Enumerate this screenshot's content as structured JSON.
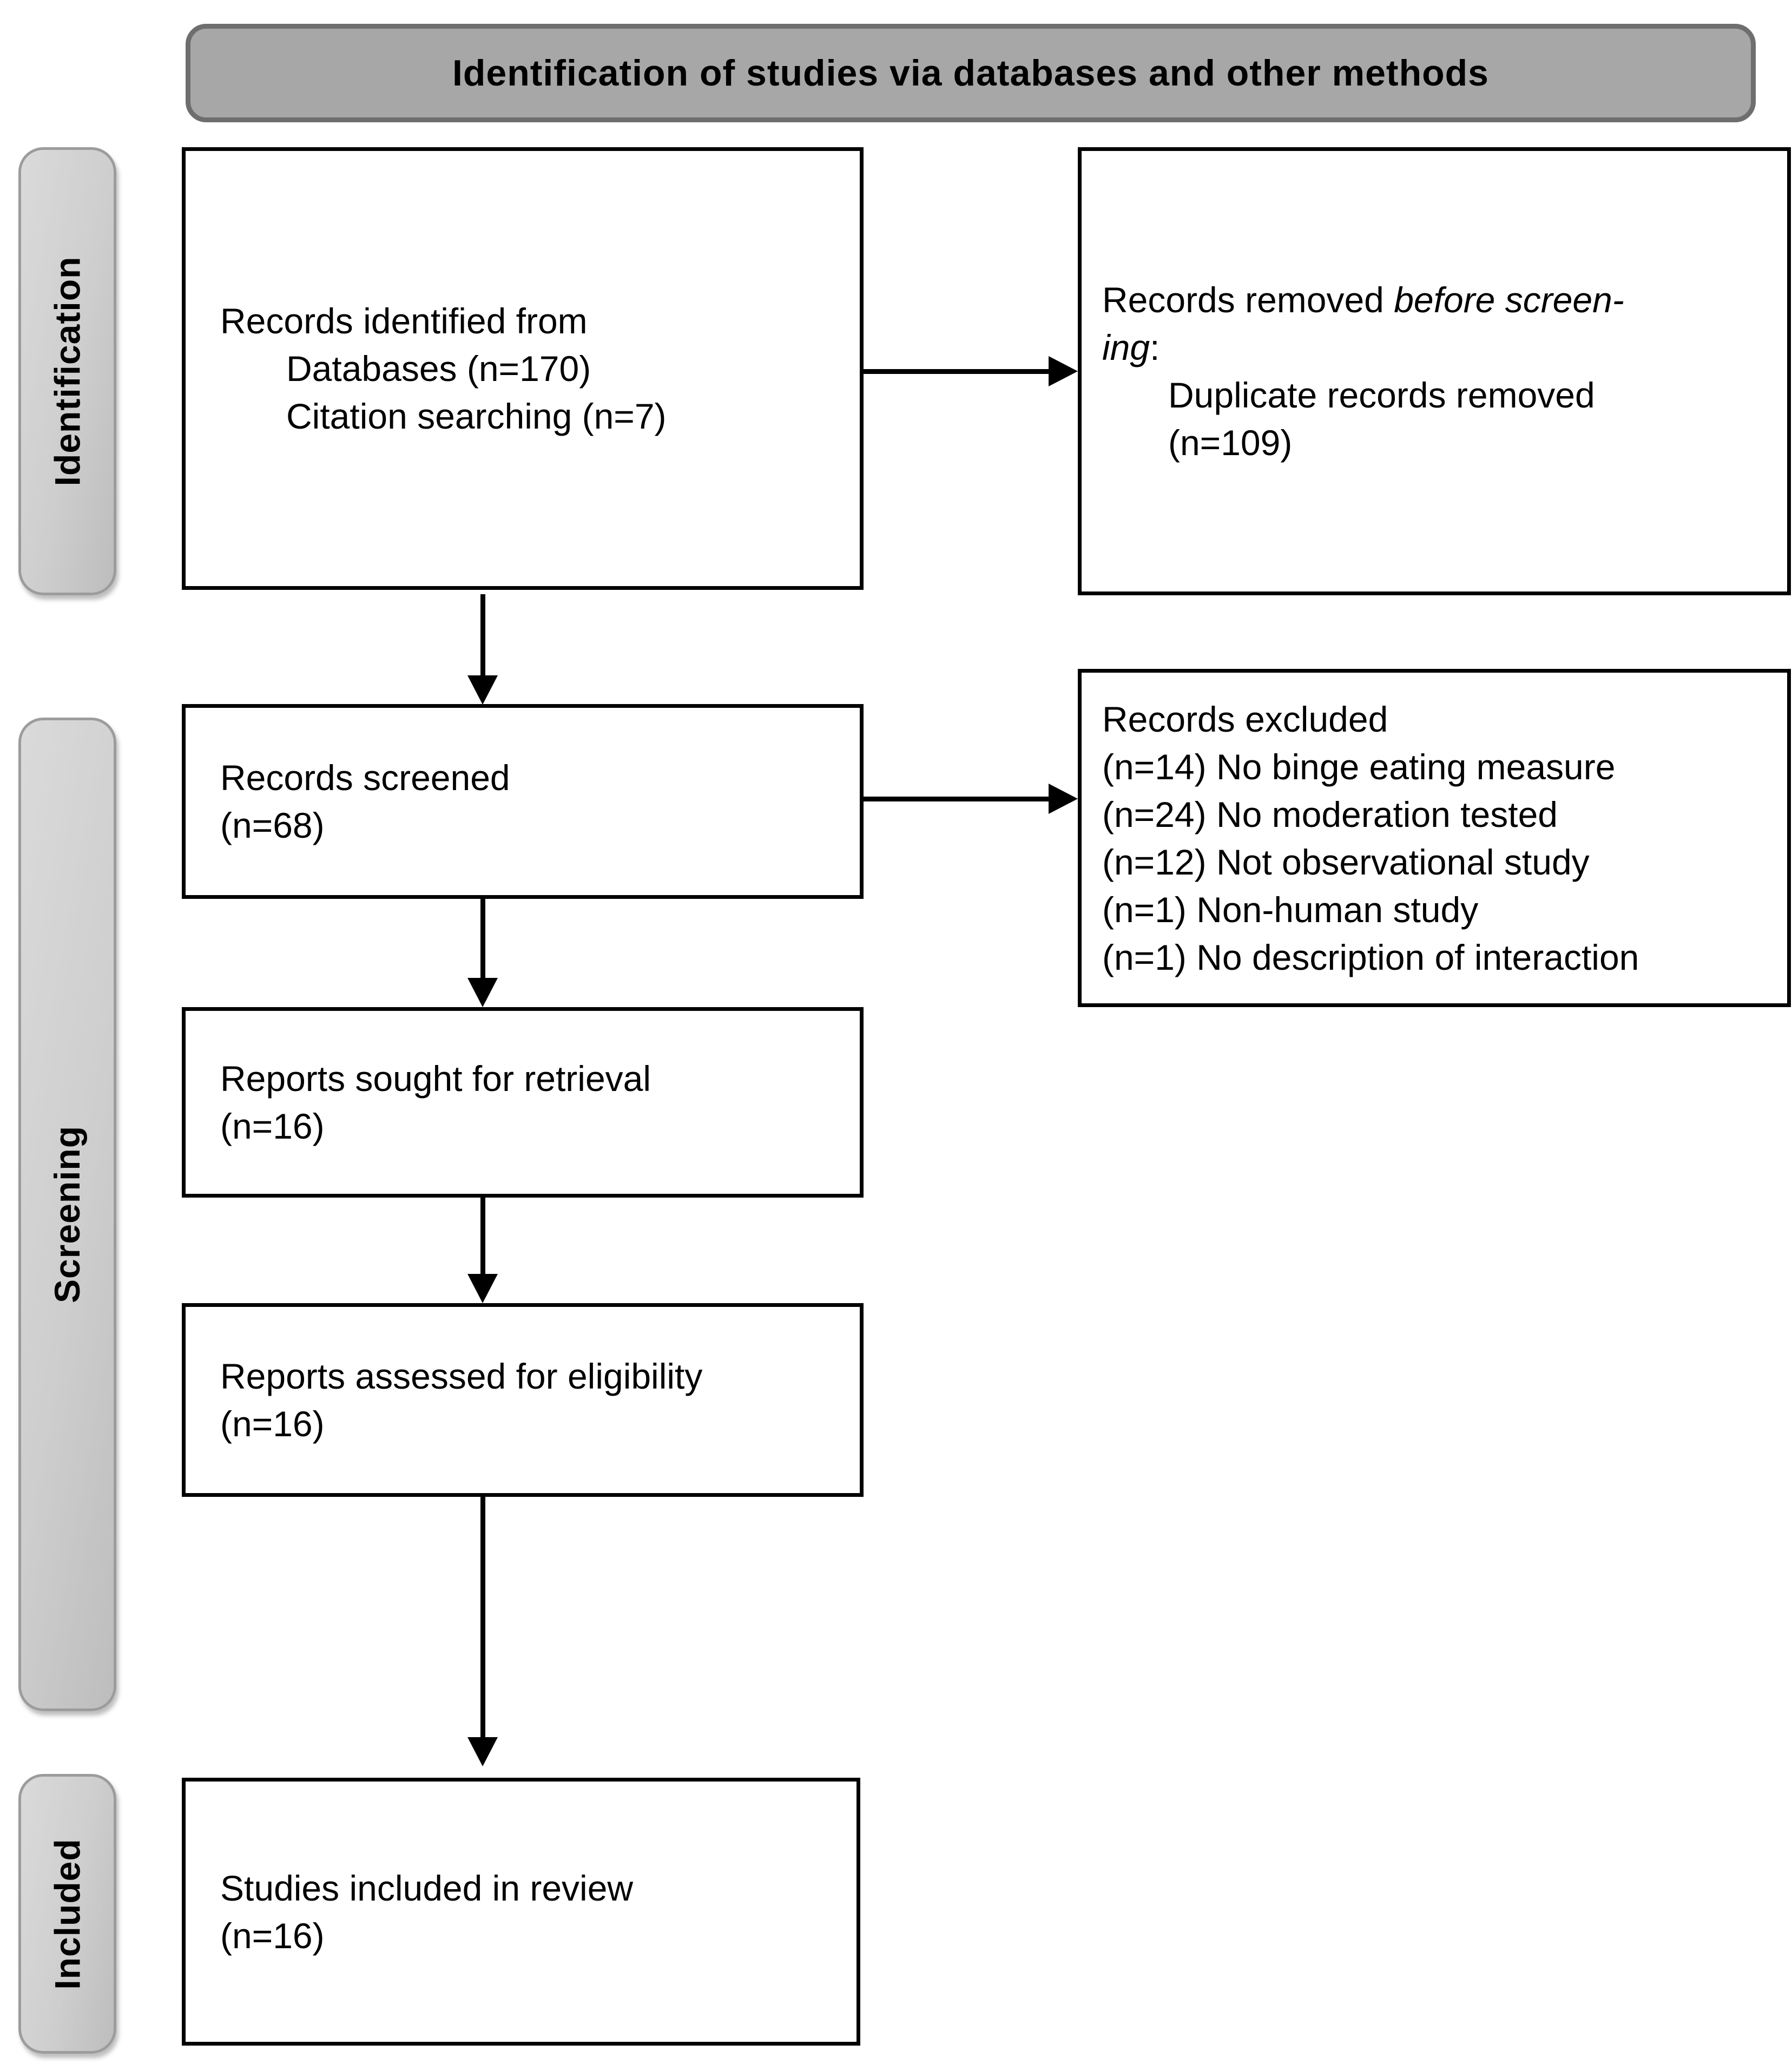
{
  "title": "Identification of studies via databases and other methods",
  "sidebar": {
    "identification": "Identification",
    "screening": "Screening",
    "included": "Included"
  },
  "boxes": {
    "identified": {
      "lines": [
        {
          "segments": [
            {
              "text": "Records identified from",
              "italic": false
            }
          ],
          "indent": false
        },
        {
          "segments": [
            {
              "text": "Databases (n=170)",
              "italic": false
            }
          ],
          "indent": true
        },
        {
          "segments": [
            {
              "text": "Citation searching (n=7)",
              "italic": false
            }
          ],
          "indent": true
        }
      ]
    },
    "removed": {
      "lines": [
        {
          "segments": [
            {
              "text": "Records removed ",
              "italic": false
            },
            {
              "text": "before screen-",
              "italic": true
            }
          ],
          "indent": false
        },
        {
          "segments": [
            {
              "text": "ing",
              "italic": true
            },
            {
              "text": ":",
              "italic": false
            }
          ],
          "indent": false
        },
        {
          "segments": [
            {
              "text": "Duplicate records removed",
              "italic": false
            }
          ],
          "indent": true
        },
        {
          "segments": [
            {
              "text": "(n=109)",
              "italic": false
            }
          ],
          "indent": true
        }
      ]
    },
    "screened": {
      "lines": [
        {
          "segments": [
            {
              "text": "Records screened",
              "italic": false
            }
          ],
          "indent": false
        },
        {
          "segments": [
            {
              "text": "(n=68)",
              "italic": false
            }
          ],
          "indent": false
        }
      ]
    },
    "excluded": {
      "lines": [
        {
          "segments": [
            {
              "text": "Records excluded",
              "italic": false
            }
          ],
          "indent": false
        },
        {
          "segments": [
            {
              "text": "(n=14) No binge eating measure",
              "italic": false
            }
          ],
          "indent": false
        },
        {
          "segments": [
            {
              "text": "(n=24) No moderation tested",
              "italic": false
            }
          ],
          "indent": false
        },
        {
          "segments": [
            {
              "text": "(n=12) Not observational study",
              "italic": false
            }
          ],
          "indent": false
        },
        {
          "segments": [
            {
              "text": "(n=1) Non-human study",
              "italic": false
            }
          ],
          "indent": false
        },
        {
          "segments": [
            {
              "text": "(n=1) No description of interaction",
              "italic": false
            }
          ],
          "indent": false
        }
      ]
    },
    "sought": {
      "lines": [
        {
          "segments": [
            {
              "text": "Reports sought for retrieval",
              "italic": false
            }
          ],
          "indent": false
        },
        {
          "segments": [
            {
              "text": "(n=16)",
              "italic": false
            }
          ],
          "indent": false
        }
      ]
    },
    "assessed": {
      "lines": [
        {
          "segments": [
            {
              "text": "Reports assessed for eligibility",
              "italic": false
            }
          ],
          "indent": false
        },
        {
          "segments": [
            {
              "text": "(n=16)",
              "italic": false
            }
          ],
          "indent": false
        }
      ]
    },
    "included_studies": {
      "lines": [
        {
          "segments": [
            {
              "text": "Studies included in review",
              "italic": false
            }
          ],
          "indent": false
        },
        {
          "segments": [
            {
              "text": "(n=16)",
              "italic": false
            }
          ],
          "indent": false
        }
      ]
    }
  }
}
